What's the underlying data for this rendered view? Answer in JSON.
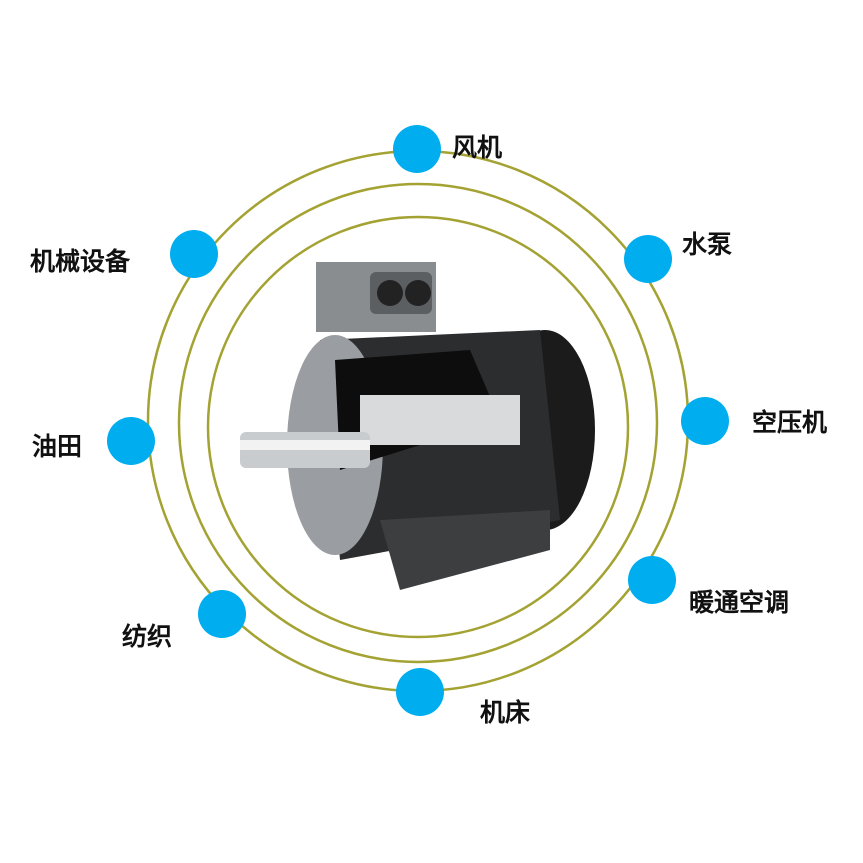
{
  "colors": {
    "ring": "#a3a232",
    "dot": "#00adef"
  },
  "center_image": "electric-motor-cutaway",
  "applications": [
    {
      "label": "风机"
    },
    {
      "label": "水泵"
    },
    {
      "label": "空压机"
    },
    {
      "label": "暖通空调"
    },
    {
      "label": "机床"
    },
    {
      "label": "纺织"
    },
    {
      "label": "油田"
    },
    {
      "label": "机械设备"
    }
  ]
}
